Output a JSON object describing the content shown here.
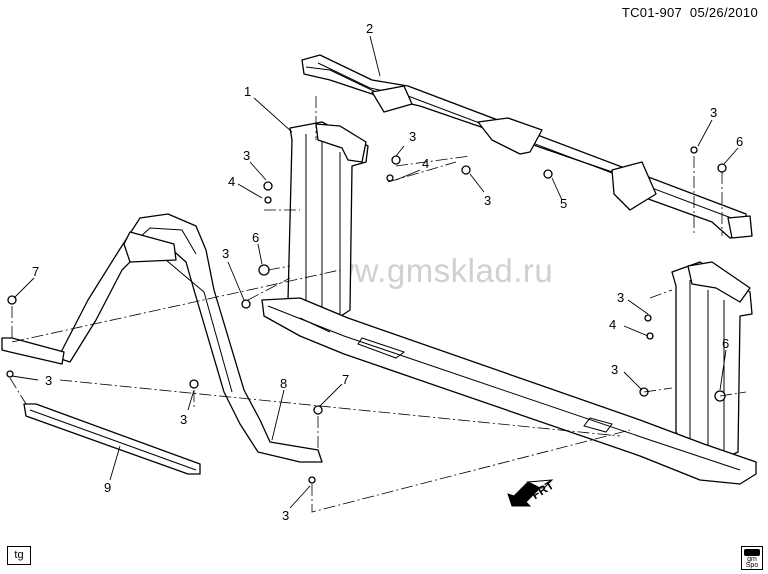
{
  "header": {
    "diagram_code": "TC01-907",
    "date": "05/26/2010"
  },
  "watermark": "www.gmsklad.ru",
  "footer": {
    "tag": "tg",
    "logo_text": "gm Spo"
  },
  "direction_indicator": {
    "label": "FRT"
  },
  "callouts": [
    {
      "id": "c1",
      "label": "1"
    },
    {
      "id": "c2",
      "label": "2"
    },
    {
      "id": "c3a",
      "label": "3"
    },
    {
      "id": "c3b",
      "label": "3"
    },
    {
      "id": "c3c",
      "label": "3"
    },
    {
      "id": "c3d",
      "label": "3"
    },
    {
      "id": "c3e",
      "label": "3"
    },
    {
      "id": "c3f",
      "label": "3"
    },
    {
      "id": "c3g",
      "label": "3"
    },
    {
      "id": "c3h",
      "label": "3"
    },
    {
      "id": "c3i",
      "label": "3"
    },
    {
      "id": "c3j",
      "label": "3"
    },
    {
      "id": "c4a",
      "label": "4"
    },
    {
      "id": "c4b",
      "label": "4"
    },
    {
      "id": "c4c",
      "label": "4"
    },
    {
      "id": "c5",
      "label": "5"
    },
    {
      "id": "c6a",
      "label": "6"
    },
    {
      "id": "c6b",
      "label": "6"
    },
    {
      "id": "c6c",
      "label": "6"
    },
    {
      "id": "c7a",
      "label": "7"
    },
    {
      "id": "c7b",
      "label": "7"
    },
    {
      "id": "c8",
      "label": "8"
    },
    {
      "id": "c9",
      "label": "9"
    }
  ]
}
